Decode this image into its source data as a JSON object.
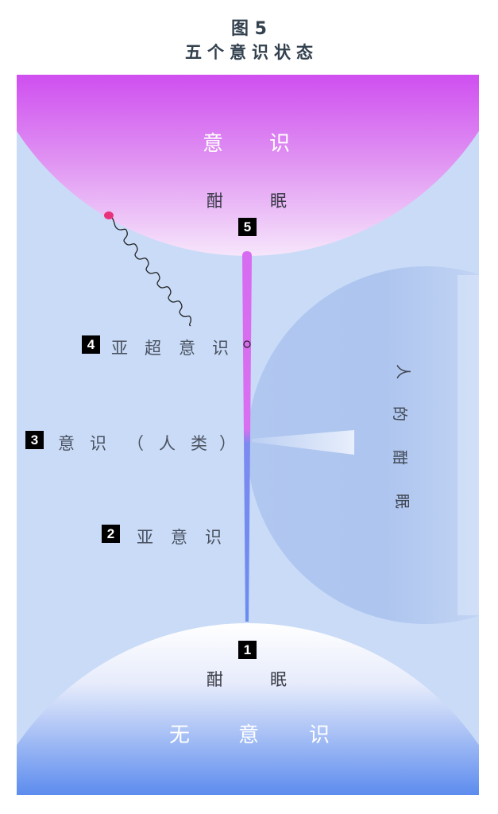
{
  "figure": {
    "label": "图 5",
    "title": "五个意识状态"
  },
  "top_region": {
    "line1": [
      "意",
      "识"
    ],
    "line2": [
      "酣",
      "眠"
    ],
    "badge": "5"
  },
  "bottom_region": {
    "badge": "1",
    "line1": [
      "酣",
      "眠"
    ],
    "line2": [
      "无",
      "意",
      "识"
    ]
  },
  "levels": [
    {
      "badge": "4",
      "chars": [
        "亚",
        "超",
        "意",
        "识"
      ]
    },
    {
      "badge": "3",
      "chars": [
        "意",
        "识",
        "（",
        "人",
        "类",
        "）"
      ]
    },
    {
      "badge": "2",
      "chars": [
        "亚",
        "意",
        "识"
      ]
    }
  ],
  "side_region": {
    "chars": [
      "人",
      "的",
      "酣",
      "眠"
    ]
  },
  "colors": {
    "background": "#c9dbf7",
    "magenta": "#d257f0",
    "blue": "#6a8cef",
    "label": "#4a5260"
  }
}
